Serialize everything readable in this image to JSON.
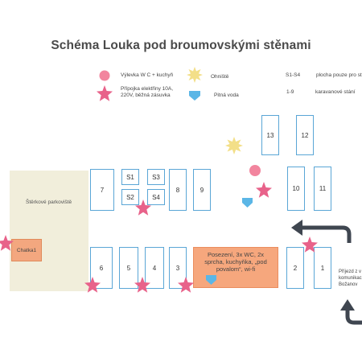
{
  "title": "Schéma  Louka pod broumovskými  stěnami",
  "legend": {
    "wc_kitchen": "Výlevka  W C + kuchyň",
    "power": "Přípojka elektřiny 10A, 220V, běžná zásuvka",
    "fire": "Ohniště",
    "water": "Pitná voda",
    "range_s": "S1-S4",
    "range_s_desc": "plocha pouze pro stá",
    "range_num": "1-9",
    "range_num_desc": "karavanové stání"
  },
  "areas": {
    "gravel_parking": "Štěrkové parkoviště",
    "chatka": "Chatka1",
    "facility": "Posezení, 3x WC, 2x sprcha, kuchyňka, „pod povalom“, wi-fi"
  },
  "spots": {
    "s1": "S1",
    "s2": "S2",
    "s3": "S3",
    "s4": "S4",
    "p1": "1",
    "p2": "2",
    "p3": "3",
    "p4": "4",
    "p5": "5",
    "p6": "6",
    "p7": "7",
    "p8": "8",
    "p9": "9",
    "p10": "10",
    "p11": "11",
    "p12": "12",
    "p13": "13"
  },
  "arrival": {
    "label": "Příjezd z v komunikac Božanov"
  },
  "colors": {
    "spot_border": "#5aa6d6",
    "power_star": "#e8628a",
    "fire_star": "#f3df88",
    "wc_circle": "#f2859e",
    "water_icon": "#5bb6e6",
    "facility_fill": "#f6a77d",
    "gravel_fill": "#f1eedb",
    "arrow": "#3f4650"
  }
}
